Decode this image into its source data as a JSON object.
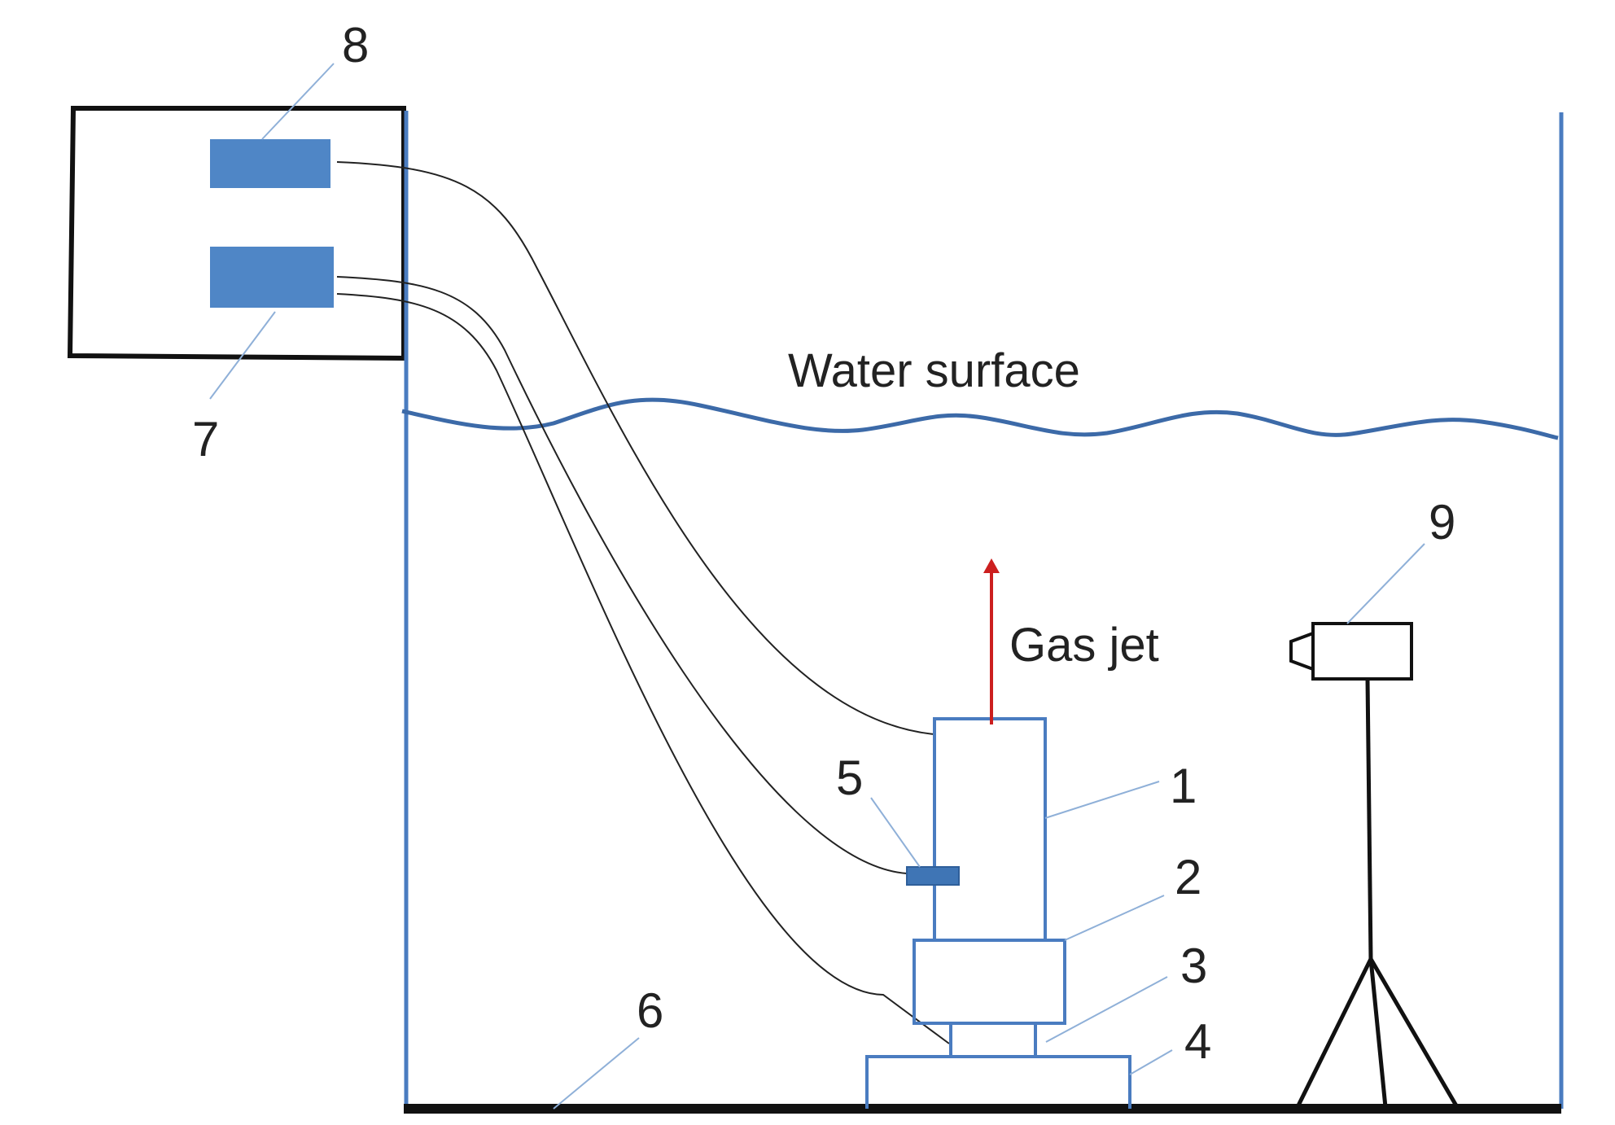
{
  "labels": {
    "water_surface": "Water surface",
    "gas_jet": "Gas jet",
    "n1": "1",
    "n2": "2",
    "n3": "3",
    "n4": "4",
    "n5": "5",
    "n6": "6",
    "n7": "7",
    "n8": "8",
    "n9": "9"
  },
  "colors": {
    "tank": "#4a7cc0",
    "instrument_fill": "#4f86c6",
    "water_surface": "#3c6aa8",
    "wire": "#222222",
    "leader": "#8fb0d8",
    "arrow": "#cc1f1f",
    "floor": "#111111",
    "frame": "#111111"
  }
}
